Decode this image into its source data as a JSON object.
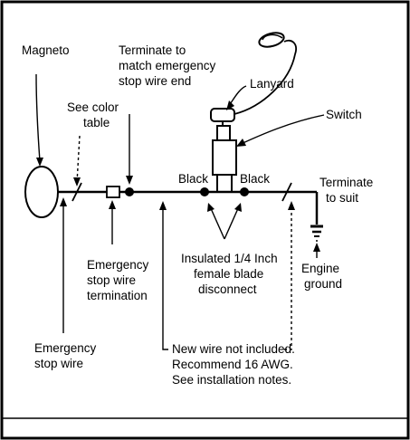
{
  "labels": {
    "magneto": "Magneto",
    "see_color_1": "See color",
    "see_color_2": "table",
    "terminate_match_1": "Terminate to",
    "terminate_match_2": "match emergency",
    "terminate_match_3": "stop wire end",
    "lanyard": "Lanyard",
    "switch": "Switch",
    "black_left": "Black",
    "black_right": "Black",
    "terminate_suit_1": "Terminate",
    "terminate_suit_2": "to suit",
    "esw_term_1": "Emergency",
    "esw_term_2": "stop wire",
    "esw_term_3": "termination",
    "insulated_1": "Insulated 1/4 Inch",
    "insulated_2": "female blade",
    "insulated_3": "disconnect",
    "engine_ground_1": "Engine",
    "engine_ground_2": "ground",
    "esw_1": "Emergency",
    "esw_2": "stop wire",
    "new_wire_1": "New wire not included.",
    "new_wire_2": "Recommend 16 AWG.",
    "new_wire_3": "See installation notes."
  },
  "colors": {
    "ink": "#000000",
    "background": "#ffffff"
  }
}
